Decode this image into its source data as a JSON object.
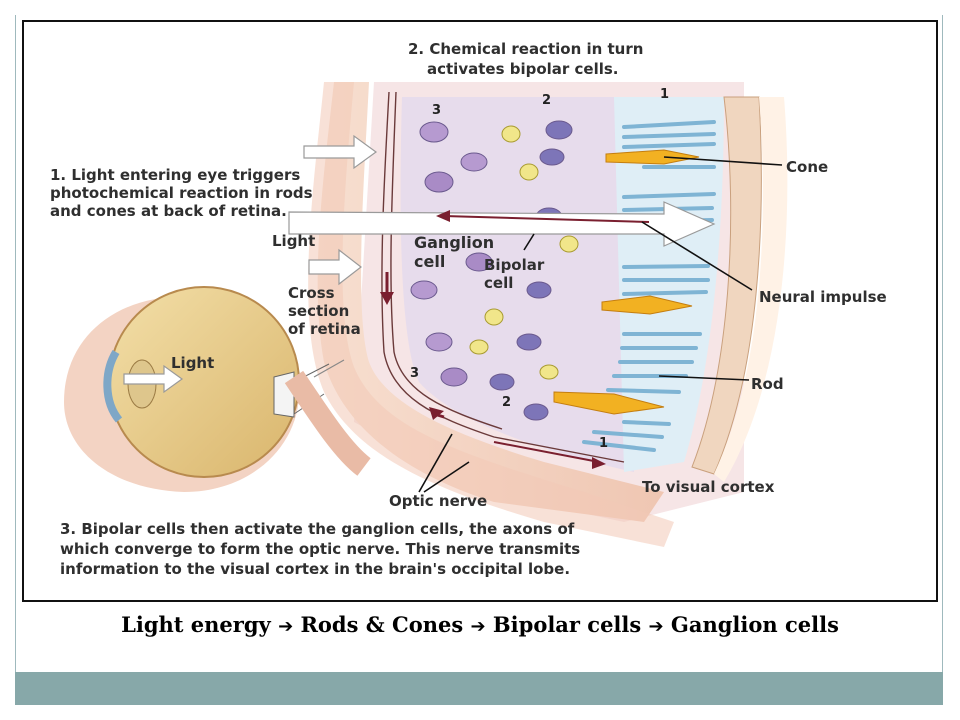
{
  "labels": {
    "step2_line1": "2. Chemical reaction in turn",
    "step2_line2": "activates bipolar cells.",
    "step1_line1": "1. Light entering eye triggers",
    "step1_line2": "photochemical reaction in rods",
    "step1_line3": "and cones at back of retina.",
    "light_top": "Light",
    "light_eye": "Light",
    "cross_line1": "Cross",
    "cross_line2": "section",
    "cross_line3": "of retina",
    "ganglion_line1": "Ganglion",
    "ganglion_line2": "cell",
    "bipolar_line1": "Bipolar",
    "bipolar_line2": "cell",
    "cone": "Cone",
    "neural_impulse": "Neural impulse",
    "rod": "Rod",
    "optic_nerve": "Optic nerve",
    "to_visual_cortex": "To visual cortex",
    "step3_line1": "3. Bipolar cells then activate the ganglion cells, the axons of",
    "step3_line2": "which converge to form the optic nerve. This nerve transmits",
    "step3_line3": "information to the visual cortex in the brain's occipital lobe.",
    "num_1_top": "1",
    "num_2_top": "2",
    "num_3_top": "3",
    "num_3_bottom": "3",
    "num_2_bottom": "2",
    "num_1_bottom": "1"
  },
  "caption": {
    "part1": "Light energy ",
    "arrow": "➔",
    "part2": " Rods & Cones ",
    "part3": " Bipolar cells ",
    "part4": " Ganglion cells"
  },
  "colors": {
    "bottom_bar": "#87a8a9",
    "frame_line": "#9fb9bd"
  }
}
